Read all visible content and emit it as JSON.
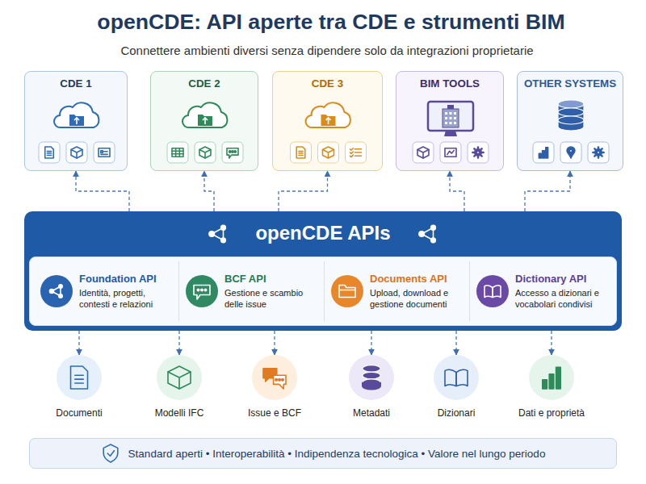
{
  "diagram": {
    "title": "openCDE: API aperte tra CDE e strumenti BIM",
    "nodes": [
      {
        "text": [
          "CDE 1"
        ]
      },
      {
        "text": [
          "CDE 2"
        ]
      },
      {
        "text": [
          "CDE 3"
        ]
      },
      {
        "text": [
          "BIM TOOLS"
        ]
      },
      {
        "text": [
          "OTHER SYSTEMS"
        ]
      },
      {
        "text": [
          "openCDE APIs"
        ]
      },
      {
        "text": [
          "Foundation API",
          "Identità, progetti, contesti e relazioni"
        ],
        "in": 5
      },
      {
        "text": [
          "BCF API",
          "Gestione e scambio delle issue"
        ],
        "in": 5
      },
      {
        "text": [
          "Documents API",
          "Upload, download e gestione documenti"
        ],
        "in": 5
      },
      {
        "text": [
          "Dictionary API",
          "Accesso a dizionari e vocabolari condivisi"
        ],
        "in": 5
      },
      {
        "text": [
          "Documenti"
        ]
      },
      {
        "text": [
          "Modelli IFC"
        ]
      },
      {
        "text": [
          "Issue e BCF"
        ]
      },
      {
        "text": [
          "Metadati"
        ]
      },
      {
        "text": [
          "Dizionari"
        ]
      },
      {
        "text": [
          "Dati e proprietà"
        ]
      },
      {
        "text": [
          "Standard aperti • Interoperabilità • Indipendenza tecnologica • Valore nel lungo periodo"
        ]
      }
    ],
    "edges": [
      {
        "from": 5,
        "to": 0,
        "arrow": "to"
      },
      {
        "from": 5,
        "to": 1,
        "arrow": "to"
      },
      {
        "from": 5,
        "to": 2,
        "arrow": "to"
      },
      {
        "from": 5,
        "to": 3,
        "arrow": "to"
      },
      {
        "from": 5,
        "to": 4,
        "arrow": "to"
      },
      {
        "from": 5,
        "to": 10,
        "arrow": "to"
      },
      {
        "from": 5,
        "to": 11,
        "arrow": "to"
      },
      {
        "from": 5,
        "to": 12,
        "arrow": "to"
      },
      {
        "from": 5,
        "to": 13,
        "arrow": "to"
      },
      {
        "from": 5,
        "to": 14,
        "arrow": "to"
      },
      {
        "from": 5,
        "to": 15,
        "arrow": "to"
      }
    ],
    "labels": [
      "Connettere ambienti diversi senza dipendere solo da integrazioni proprietarie"
    ]
  }
}
